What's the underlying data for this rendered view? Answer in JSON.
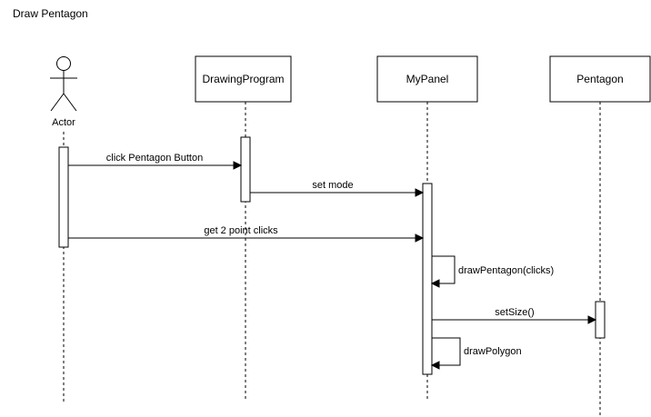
{
  "title": "Draw Pentagon",
  "actor": {
    "label": "Actor"
  },
  "participants": [
    {
      "id": "drawing-program",
      "label": "DrawingProgram"
    },
    {
      "id": "my-panel",
      "label": "MyPanel"
    },
    {
      "id": "pentagon",
      "label": "Pentagon"
    }
  ],
  "messages": [
    {
      "id": "click-pentagon-button",
      "from": "Actor",
      "to": "DrawingProgram",
      "label": "click Pentagon Button"
    },
    {
      "id": "set-mode",
      "from": "DrawingProgram",
      "to": "MyPanel",
      "label": "set mode"
    },
    {
      "id": "get-2-point-clicks",
      "from": "Actor",
      "to": "MyPanel",
      "label": "get 2 point clicks"
    },
    {
      "id": "draw-pentagon-clicks",
      "from": "MyPanel",
      "to": "MyPanel",
      "label": "drawPentagon(clicks)"
    },
    {
      "id": "set-size",
      "from": "MyPanel",
      "to": "Pentagon",
      "label": "setSize()"
    },
    {
      "id": "draw-polygon",
      "from": "MyPanel",
      "to": "MyPanel",
      "label": "drawPolygon"
    }
  ]
}
